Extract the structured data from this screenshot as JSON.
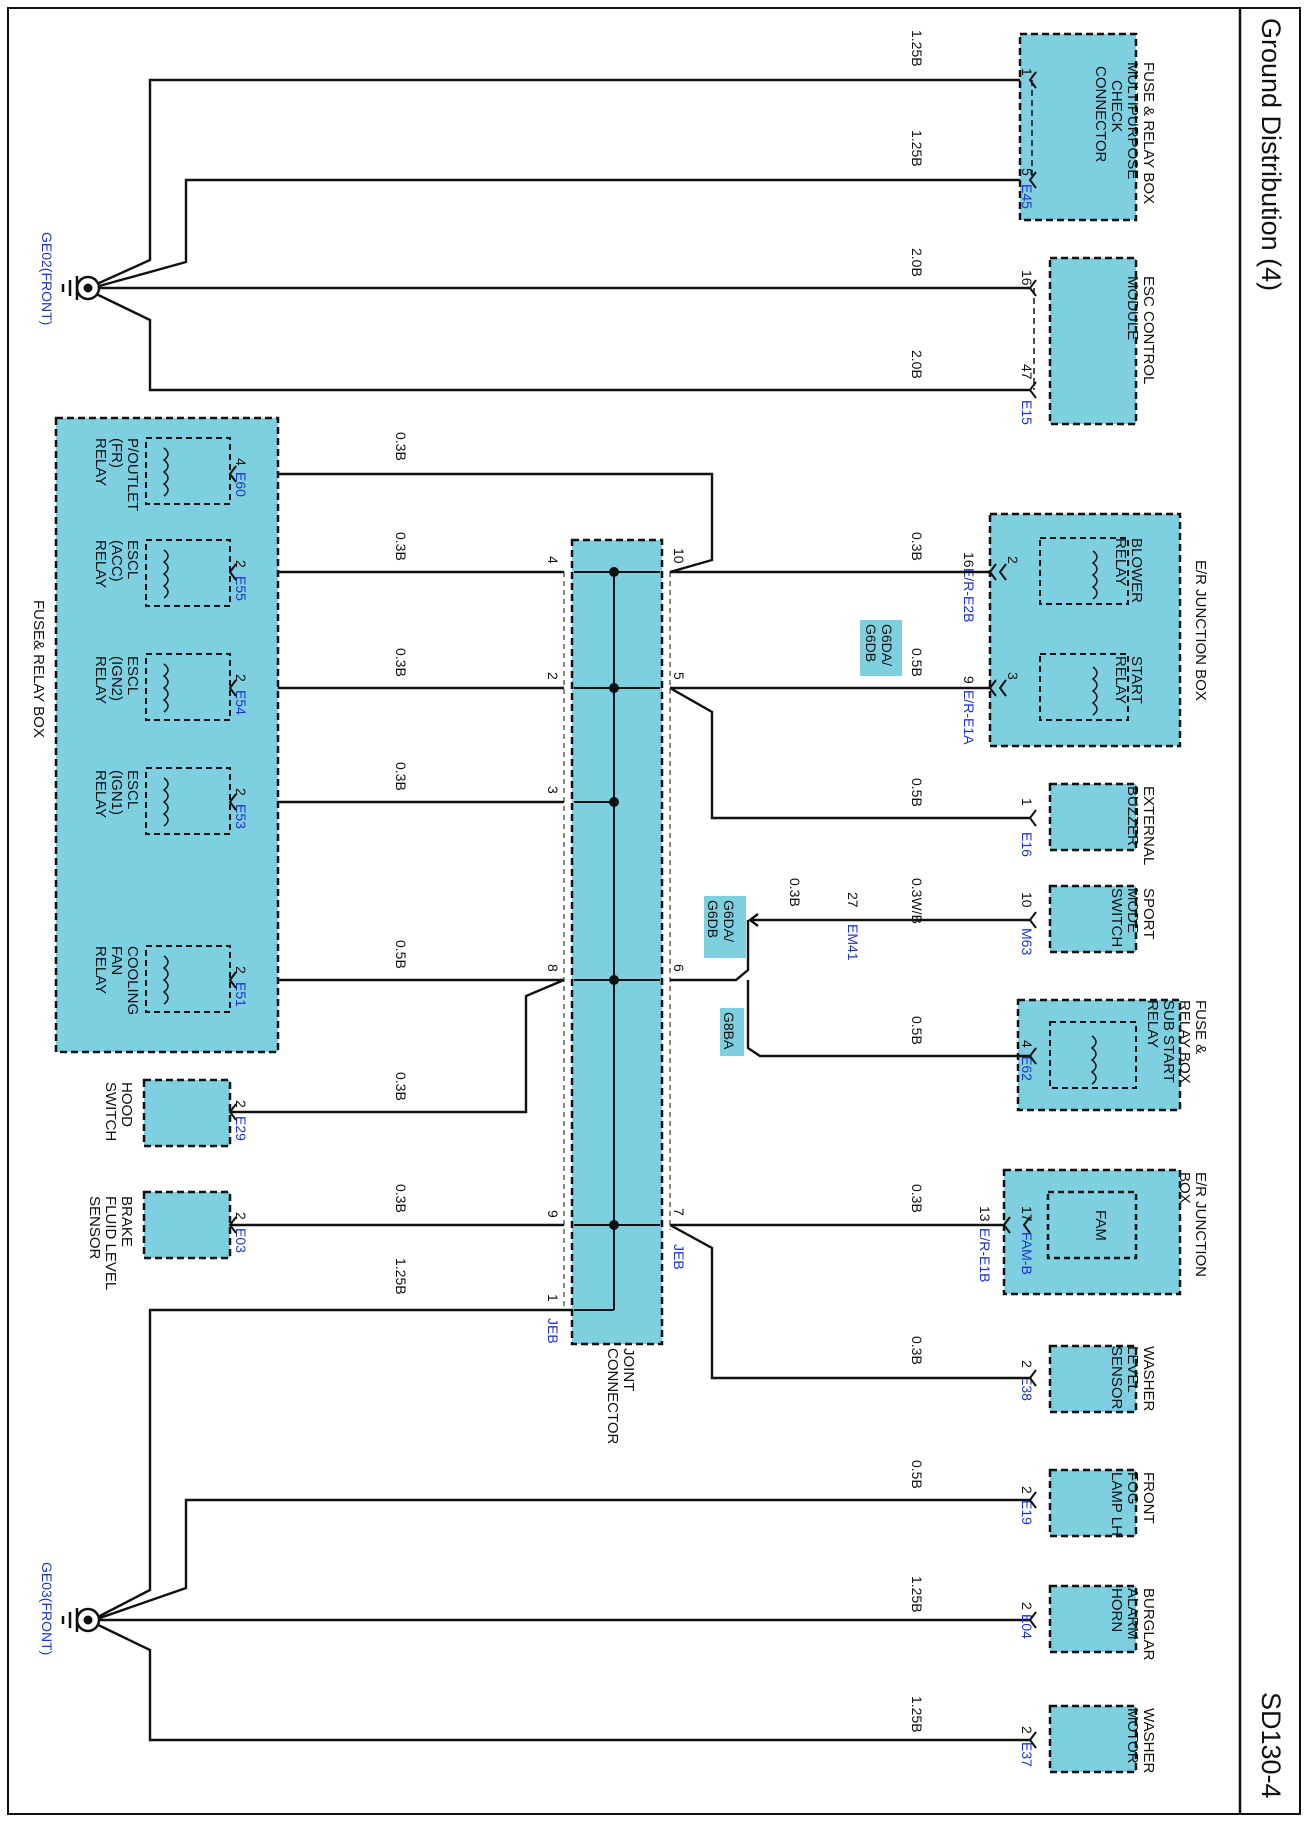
{
  "title": "Ground Distribution (4)",
  "page_code": "SD130-4",
  "grounds": {
    "ge02": "GE02(FRONT)",
    "ge03": "GE03(FRONT)"
  },
  "components": {
    "fuse_relay_check": [
      "FUSE & RELAY BOX",
      "MULTIPURPOSE",
      "CHECK",
      "CONNECTOR"
    ],
    "esc": [
      "ESC CONTROL",
      "MODULE"
    ],
    "er_junction_relays": "E/R JUNCTION BOX",
    "blower_relay": [
      "BLOWER",
      "RELAY"
    ],
    "start_relay": [
      "START",
      "RELAY"
    ],
    "external_buzzer": [
      "EXTERNAL",
      "BUZZER"
    ],
    "sport_mode": [
      "SPORT",
      "MODE",
      "SWITCH"
    ],
    "sub_start_relay": [
      "FUSE &",
      "RELAY BOX",
      "SUB START",
      "RELAY"
    ],
    "er_junction_fam": [
      "E/R JUNCTION",
      "BOX"
    ],
    "fam": "FAM",
    "washer_level": [
      "WASHER",
      "LEVEL",
      "SENSOR"
    ],
    "front_fog": [
      "FRONT",
      "FOG",
      "LAMP LH"
    ],
    "burglar_horn": [
      "BURGLAR",
      "ALARM",
      "HORN"
    ],
    "washer_motor": [
      "WASHER",
      "MOTOR"
    ],
    "joint_connector": [
      "JOINT",
      "CONNECTOR"
    ],
    "fuse_relay_box_big": "FUSE& RELAY BOX",
    "poutlet_relay": [
      "P/OUTLET",
      "(FR)",
      "RELAY"
    ],
    "escl_acc": [
      "ESCL",
      "(ACC)",
      "RELAY"
    ],
    "escl_ign2": [
      "ESCL",
      "(IGN2)",
      "RELAY"
    ],
    "escl_ign1": [
      "ESCL",
      "(IGN1)",
      "RELAY"
    ],
    "cooling_fan": [
      "COOLING",
      "FAN",
      "RELAY"
    ],
    "hood_switch": [
      "HOOD",
      "SWITCH"
    ],
    "brake_fluid": [
      "BRAKE",
      "FLUID LEVEL",
      "SENSOR"
    ]
  },
  "connectors": {
    "e45": "E45",
    "e15": "E15",
    "er_e2b": "E/R-E2B",
    "er_e1a": "E/R-E1A",
    "e16": "E16",
    "m63": "M63",
    "em41": "EM41",
    "e62": "E62",
    "fam_b": "FAM-B",
    "er_e1b": "E/R-E1B",
    "e38": "E38",
    "e19": "E19",
    "e04": "E04",
    "e37": "E37",
    "e60": "E60",
    "e55": "E55",
    "e54": "E54",
    "e53": "E53",
    "e51": "E51",
    "e29": "E29",
    "e03": "E03",
    "jeb_top": "JEB",
    "jeb_bottom": "JEB"
  },
  "pins": {
    "e45_1": "1",
    "e45_5": "5",
    "e15_16": "16",
    "e15_47": "47",
    "blower_2": "2",
    "blower_16": "16",
    "start_3": "3",
    "start_9": "9",
    "buzzer_1": "1",
    "sport_10": "10",
    "em41_27": "27",
    "sub_start_4": "4",
    "fam_17": "17",
    "fam_13": "13",
    "washer_level_2": "2",
    "fog_2": "2",
    "horn_2": "2",
    "washer_motor_2": "2",
    "jc_10": "10",
    "jc_5": "5",
    "jc_6": "6",
    "jc_7": "7",
    "jc_4": "4",
    "jc_2": "2",
    "jc_3": "3",
    "jc_8": "8",
    "jc_9": "9",
    "jc_1": "1",
    "e60_4": "4",
    "e55_2": "2",
    "e54_2": "2",
    "e53_2": "2",
    "e51_2": "2",
    "e29_2": "2",
    "e03_2": "2"
  },
  "wires": {
    "w_125b": "1.25B",
    "w_20b": "2.0B",
    "w_03b": "0.3B",
    "w_05b": "0.5B",
    "w_03wb": "0.3W/B"
  },
  "tags": {
    "g6da_a": [
      "G6DA/",
      "G6DB"
    ],
    "g6da_b": [
      "G6DA/",
      "G6DB"
    ],
    "g8ba": "G8BA"
  }
}
